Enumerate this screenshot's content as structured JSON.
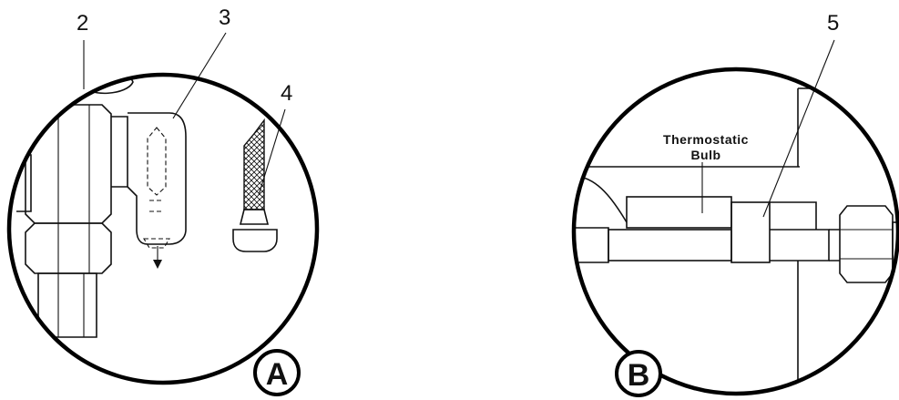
{
  "views": [
    {
      "badge": "A",
      "callouts": [
        "2",
        "3",
        "4"
      ]
    },
    {
      "badge": "B",
      "callouts": [
        "5"
      ],
      "label_line1": "Thermostatic",
      "label_line2": "Bulb"
    }
  ]
}
